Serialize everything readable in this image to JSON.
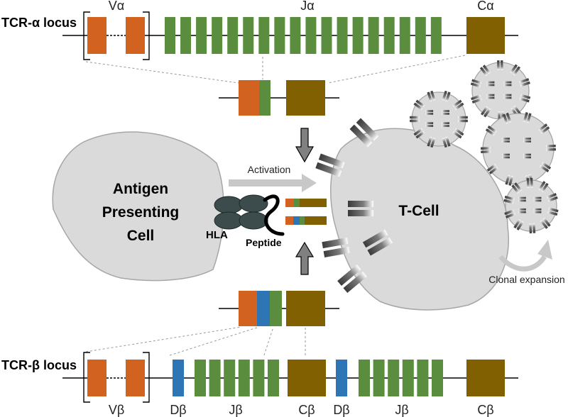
{
  "colors": {
    "v_segment": "#D2621F",
    "d_segment": "#2E75B6",
    "j_segment": "#5A8E3E",
    "c_segment": "#806000",
    "cell_fill": "#DADADA",
    "cell_stroke": "#A6A6A6",
    "hla": "#3C4B4B",
    "arrow_gray": "#808080",
    "activation_arrow": "#C8C8C8"
  },
  "alpha_locus": {
    "label": "TCR-α locus",
    "v_label": "Vα",
    "j_label": "Jα",
    "c_label": "Cα"
  },
  "beta_locus": {
    "label": "TCR-β locus",
    "v_label": "Vβ",
    "d_label_1": "Dβ",
    "j_label_1": "Jβ",
    "c_label_1": "Cβ",
    "d_label_2": "Dβ",
    "j_label_2": "Jβ",
    "c_label_2": "Cβ"
  },
  "apc": {
    "label_line1": "Antigen",
    "label_line2": "Presenting",
    "label_line3": "Cell",
    "hla_label": "HLA",
    "peptide_label": "Peptide"
  },
  "tcell": {
    "label": "T-Cell"
  },
  "activation_label": "Activation",
  "clonal_label": "Clonal expansion",
  "icons": [
    "v-gene-segment",
    "j-gene-segment",
    "c-gene-segment",
    "d-gene-segment",
    "tcr-receptor-icon",
    "hla-molecule-icon",
    "peptide-icon",
    "down-arrow-icon",
    "up-arrow-icon",
    "curved-arrow-icon"
  ]
}
